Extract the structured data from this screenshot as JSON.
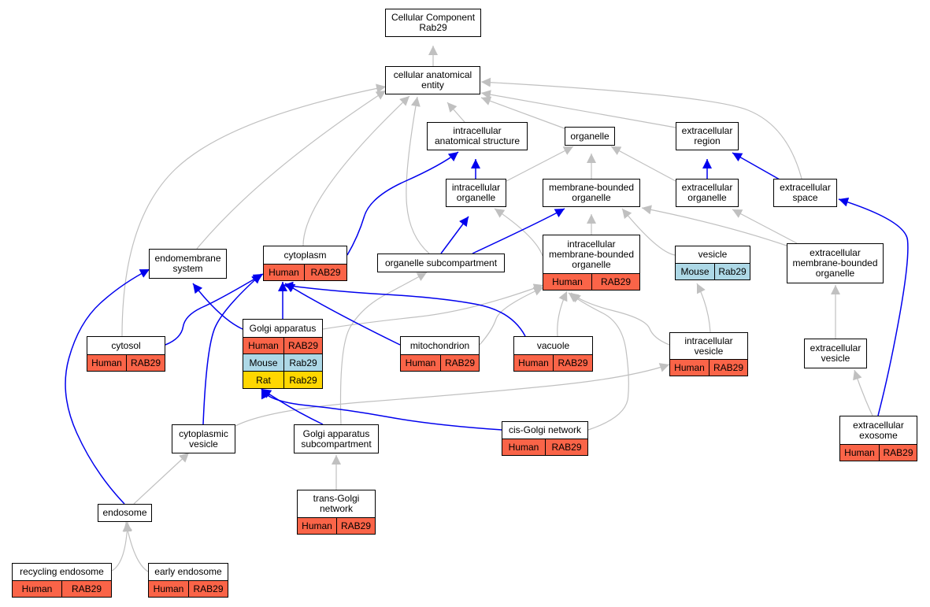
{
  "colors": {
    "edge_default": "#c0c0c0",
    "edge_highlight": "#0000ee",
    "species": {
      "Human": "#fa6448",
      "Mouse": "#add8e6",
      "Rat": "#ffd700"
    }
  },
  "nodes": [
    {
      "id": "cc",
      "label": "Cellular Component\nRab29",
      "annotations": []
    },
    {
      "id": "cae",
      "label": "cellular anatomical\nentity",
      "annotations": []
    },
    {
      "id": "ias",
      "label": "intracellular\nanatomical structure",
      "annotations": []
    },
    {
      "id": "organelle",
      "label": "organelle",
      "annotations": []
    },
    {
      "id": "ecr",
      "label": "extracellular\nregion",
      "annotations": []
    },
    {
      "id": "ico",
      "label": "intracellular\norganelle",
      "annotations": []
    },
    {
      "id": "mbo",
      "label": "membrane-bounded\norganelle",
      "annotations": []
    },
    {
      "id": "eco",
      "label": "extracellular\norganelle",
      "annotations": []
    },
    {
      "id": "ecs",
      "label": "extracellular\nspace",
      "annotations": []
    },
    {
      "id": "endomem",
      "label": "endomembrane\nsystem",
      "annotations": []
    },
    {
      "id": "cytoplasm",
      "label": "cytoplasm",
      "annotations": [
        {
          "species": "Human",
          "gene": "RAB29"
        }
      ]
    },
    {
      "id": "osub",
      "label": "organelle subcompartment",
      "annotations": []
    },
    {
      "id": "imbo",
      "label": "intracellular\nmembrane-bounded\norganelle",
      "annotations": [
        {
          "species": "Human",
          "gene": "RAB29"
        }
      ]
    },
    {
      "id": "vesicle",
      "label": "vesicle",
      "annotations": [
        {
          "species": "Mouse",
          "gene": "Rab29"
        }
      ]
    },
    {
      "id": "embo",
      "label": "extracellular\nmembrane-bounded\norganelle",
      "annotations": []
    },
    {
      "id": "golgi",
      "label": "Golgi apparatus",
      "annotations": [
        {
          "species": "Human",
          "gene": "RAB29"
        },
        {
          "species": "Mouse",
          "gene": "Rab29"
        },
        {
          "species": "Rat",
          "gene": "Rab29"
        }
      ]
    },
    {
      "id": "cytosol",
      "label": "cytosol",
      "annotations": [
        {
          "species": "Human",
          "gene": "RAB29"
        }
      ]
    },
    {
      "id": "mito",
      "label": "mitochondrion",
      "annotations": [
        {
          "species": "Human",
          "gene": "RAB29"
        }
      ]
    },
    {
      "id": "vacuole",
      "label": "vacuole",
      "annotations": [
        {
          "species": "Human",
          "gene": "RAB29"
        }
      ]
    },
    {
      "id": "icv",
      "label": "intracellular\nvesicle",
      "annotations": [
        {
          "species": "Human",
          "gene": "RAB29"
        }
      ]
    },
    {
      "id": "ecv",
      "label": "extracellular\nvesicle",
      "annotations": []
    },
    {
      "id": "cytoves",
      "label": "cytoplasmic\nvesicle",
      "annotations": []
    },
    {
      "id": "golgisub",
      "label": "Golgi apparatus\nsubcompartment",
      "annotations": []
    },
    {
      "id": "cisgolgi",
      "label": "cis-Golgi network",
      "annotations": [
        {
          "species": "Human",
          "gene": "RAB29"
        }
      ]
    },
    {
      "id": "exosome",
      "label": "extracellular\nexosome",
      "annotations": [
        {
          "species": "Human",
          "gene": "RAB29"
        }
      ]
    },
    {
      "id": "endosome",
      "label": "endosome",
      "annotations": []
    },
    {
      "id": "tgn",
      "label": "trans-Golgi\nnetwork",
      "annotations": [
        {
          "species": "Human",
          "gene": "RAB29"
        }
      ]
    },
    {
      "id": "recendo",
      "label": "recycling endosome",
      "annotations": [
        {
          "species": "Human",
          "gene": "RAB29"
        }
      ]
    },
    {
      "id": "earlyendo",
      "label": "early endosome",
      "annotations": [
        {
          "species": "Human",
          "gene": "RAB29"
        }
      ]
    }
  ],
  "edges": [
    {
      "from": "cae",
      "to": "cc",
      "highlight": false
    },
    {
      "from": "ias",
      "to": "cae",
      "highlight": false
    },
    {
      "from": "organelle",
      "to": "cae",
      "highlight": false
    },
    {
      "from": "ecr",
      "to": "cae",
      "highlight": false
    },
    {
      "from": "ecs",
      "to": "cae",
      "highlight": false
    },
    {
      "from": "endomem",
      "to": "cae",
      "highlight": false
    },
    {
      "from": "cytoplasm",
      "to": "cae",
      "highlight": false
    },
    {
      "from": "cytosol",
      "to": "cae",
      "highlight": false
    },
    {
      "from": "osub",
      "to": "cae",
      "highlight": false
    },
    {
      "from": "ico",
      "to": "ias",
      "highlight": true
    },
    {
      "from": "cytoplasm",
      "to": "ias",
      "highlight": true
    },
    {
      "from": "ico",
      "to": "organelle",
      "highlight": false
    },
    {
      "from": "mbo",
      "to": "organelle",
      "highlight": false
    },
    {
      "from": "eco",
      "to": "organelle",
      "highlight": false
    },
    {
      "from": "eco",
      "to": "ecr",
      "highlight": true
    },
    {
      "from": "ecs",
      "to": "ecr",
      "highlight": true
    },
    {
      "from": "osub",
      "to": "ico",
      "highlight": true
    },
    {
      "from": "osub",
      "to": "mbo",
      "highlight": true
    },
    {
      "from": "imbo",
      "to": "ico",
      "highlight": false
    },
    {
      "from": "imbo",
      "to": "mbo",
      "highlight": false
    },
    {
      "from": "vesicle",
      "to": "mbo",
      "highlight": false
    },
    {
      "from": "embo",
      "to": "mbo",
      "highlight": false
    },
    {
      "from": "embo",
      "to": "eco",
      "highlight": false
    },
    {
      "from": "golgi",
      "to": "endomem",
      "highlight": true
    },
    {
      "from": "golgi",
      "to": "cytoplasm",
      "highlight": true
    },
    {
      "from": "cytosol",
      "to": "cytoplasm",
      "highlight": true
    },
    {
      "from": "mito",
      "to": "cytoplasm",
      "highlight": true
    },
    {
      "from": "vacuole",
      "to": "cytoplasm",
      "highlight": true
    },
    {
      "from": "cytoves",
      "to": "cytoplasm",
      "highlight": true
    },
    {
      "from": "golgi",
      "to": "imbo",
      "highlight": false
    },
    {
      "from": "mito",
      "to": "imbo",
      "highlight": false
    },
    {
      "from": "vacuole",
      "to": "imbo",
      "highlight": false
    },
    {
      "from": "icv",
      "to": "imbo",
      "highlight": false
    },
    {
      "from": "cisgolgi",
      "to": "imbo",
      "highlight": false
    },
    {
      "from": "icv",
      "to": "vesicle",
      "highlight": false
    },
    {
      "from": "ecv",
      "to": "embo",
      "highlight": false
    },
    {
      "from": "exosome",
      "to": "ecv",
      "highlight": false
    },
    {
      "from": "exosome",
      "to": "ecs",
      "highlight": true
    },
    {
      "from": "golgisub",
      "to": "golgi",
      "highlight": true
    },
    {
      "from": "cisgolgi",
      "to": "golgi",
      "highlight": true
    },
    {
      "from": "golgisub",
      "to": "osub",
      "highlight": false
    },
    {
      "from": "cytoves",
      "to": "icv",
      "highlight": false
    },
    {
      "from": "endosome",
      "to": "endomem",
      "highlight": true
    },
    {
      "from": "endosome",
      "to": "cytoves",
      "highlight": false
    },
    {
      "from": "tgn",
      "to": "golgisub",
      "highlight": false
    },
    {
      "from": "recendo",
      "to": "endosome",
      "highlight": false
    },
    {
      "from": "earlyendo",
      "to": "endosome",
      "highlight": false
    }
  ]
}
